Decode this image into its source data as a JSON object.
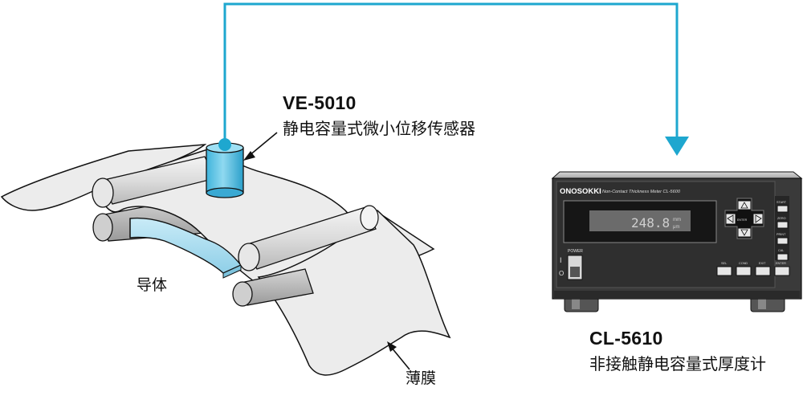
{
  "sensor": {
    "model": "VE-5010",
    "description": "静电容量式微小位移传感器"
  },
  "meter": {
    "model": "CL-5610",
    "description": "非接触静电容量式厚度计",
    "brand": "ONOSOKKI",
    "panel_title": "Non-Contact Thickness Meter CL-5600",
    "display_value": "248.8",
    "display_unit_top": "mm",
    "display_unit_bottom": "μm",
    "power_label": "POWER",
    "power_on_mark": "I",
    "power_off_mark": "O",
    "nav_center_label": "ENTER",
    "side_buttons": [
      "START",
      "ZERO",
      "PRINT",
      "CAL"
    ],
    "bottom_buttons": [
      "SEL",
      "COND",
      "EXIT",
      "ENTER"
    ]
  },
  "labels": {
    "conductor": "导体",
    "film": "薄膜"
  },
  "colors": {
    "cable": "#1ea7cf",
    "sensor_body": "#5cc6e6",
    "conductor_fill": "#a9dcef",
    "film_fill": "#ececec",
    "outline": "#111111",
    "meter_body": "#3a3a3a",
    "lcd": "#6b6b6b"
  }
}
